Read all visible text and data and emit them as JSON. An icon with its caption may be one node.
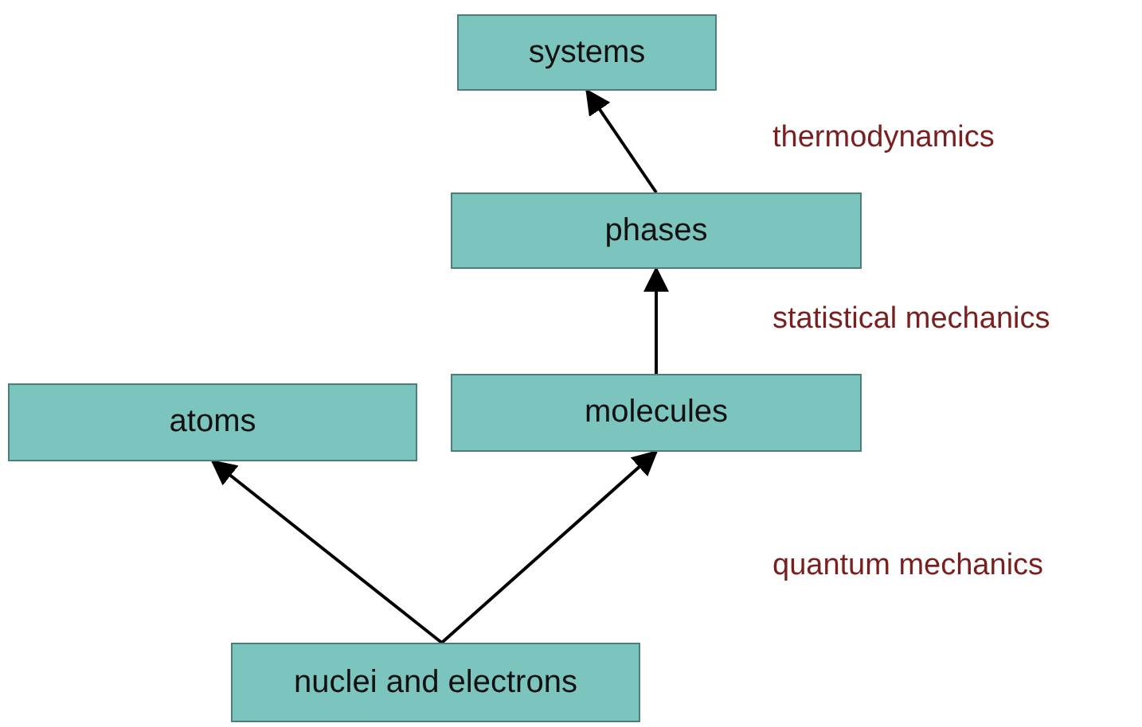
{
  "diagram": {
    "nodes": [
      {
        "text": [
          "systems"
        ]
      },
      {
        "text": [
          "phases"
        ]
      },
      {
        "text": [
          "atoms"
        ]
      },
      {
        "text": [
          "molecules"
        ]
      },
      {
        "text": [
          "nuclei and electrons"
        ]
      }
    ],
    "edges": [
      {
        "from": 1,
        "to": 0,
        "arrow": "to"
      },
      {
        "from": 3,
        "to": 1,
        "arrow": "to"
      },
      {
        "from": 4,
        "to": 2,
        "arrow": "to"
      },
      {
        "from": 4,
        "to": 3,
        "arrow": "to"
      }
    ],
    "labels": [
      "thermodynamics",
      "statistical mechanics",
      "quantum mechanics"
    ]
  }
}
